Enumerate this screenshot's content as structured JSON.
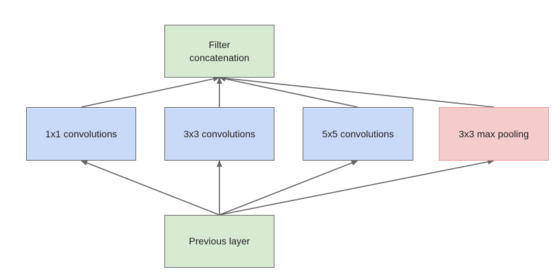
{
  "nodes": {
    "filter_concat": "Filter\nconcatenation",
    "conv1x1": "1x1 convolutions",
    "conv3x3": "3x3 convolutions",
    "conv5x5": "5x5 convolutions",
    "maxpool3x3": "3x3 max pooling",
    "previous_layer": "Previous layer"
  },
  "edges": [
    {
      "from": "previous_layer",
      "to": "conv1x1"
    },
    {
      "from": "previous_layer",
      "to": "conv3x3"
    },
    {
      "from": "previous_layer",
      "to": "conv5x5"
    },
    {
      "from": "previous_layer",
      "to": "maxpool3x3"
    },
    {
      "from": "conv1x1",
      "to": "filter_concat"
    },
    {
      "from": "conv3x3",
      "to": "filter_concat"
    },
    {
      "from": "conv5x5",
      "to": "filter_concat"
    },
    {
      "from": "maxpool3x3",
      "to": "filter_concat"
    }
  ],
  "colors": {
    "layer_fill": "#d9ead3",
    "conv_fill": "#c9daf8",
    "pool_fill": "#f4cccc",
    "edge": "#666666"
  }
}
